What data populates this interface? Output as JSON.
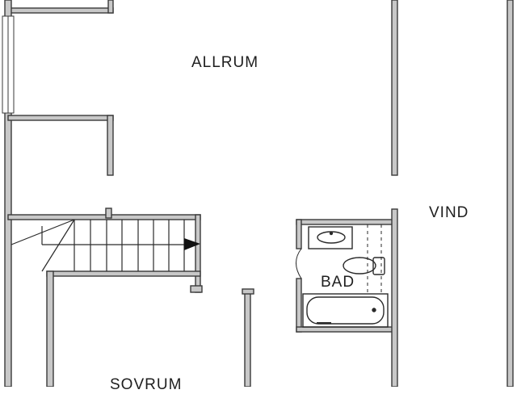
{
  "rooms": {
    "allrum": "ALLRUM",
    "vind": "VIND",
    "bad": "BAD",
    "sovrum": "SOVRUM"
  },
  "colors": {
    "wall_fill": "#c8c8c8",
    "wall_stroke": "#3a3a3a",
    "line": "#2a2a2a",
    "background": "#ffffff"
  },
  "icons": [
    "sink-icon",
    "toilet-icon",
    "bathtub-icon",
    "stair-direction-arrow-icon"
  ]
}
